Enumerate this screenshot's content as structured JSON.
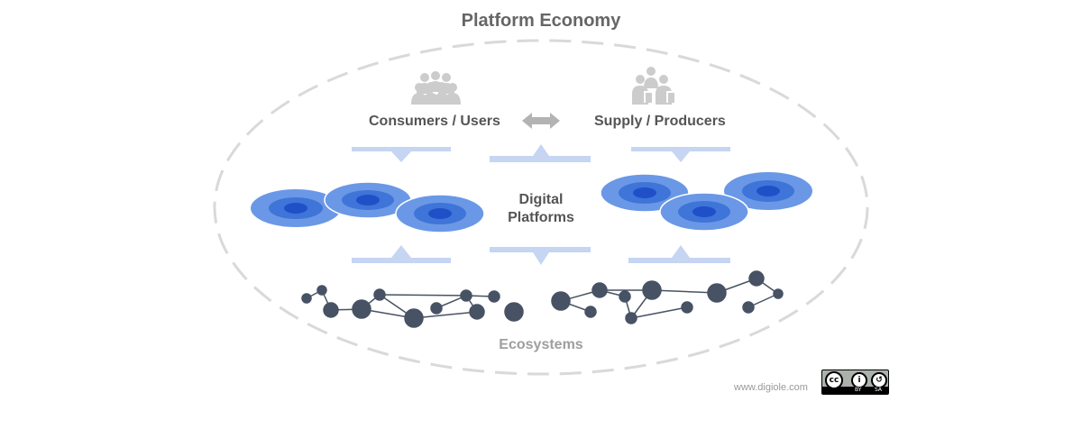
{
  "title": "Platform Economy",
  "labels": {
    "consumers": "Consumers / Users",
    "producers": "Supply / Producers",
    "digital_platforms_line1": "Digital",
    "digital_platforms_line2": "Platforms",
    "ecosystems": "Ecosystems"
  },
  "footer": {
    "url": "www.digiole.com",
    "license_cc": "cc",
    "license_by": "BY",
    "license_sa": "SA"
  },
  "colors": {
    "boundary": "#d9d9d9",
    "arrow_light": "#c5d5f2",
    "platform_outer": "#6a98e6",
    "platform_mid": "#3f74d8",
    "platform_core": "#1f50c8",
    "network": "#475264",
    "people_icon": "#cccccc",
    "exchange_arrow": "#b3b3b3"
  },
  "icons": {
    "consumers": "group-of-people-icon",
    "producers": "workers-icon",
    "exchange": "double-arrow-icon",
    "license": "creative-commons-by-sa-icon"
  }
}
